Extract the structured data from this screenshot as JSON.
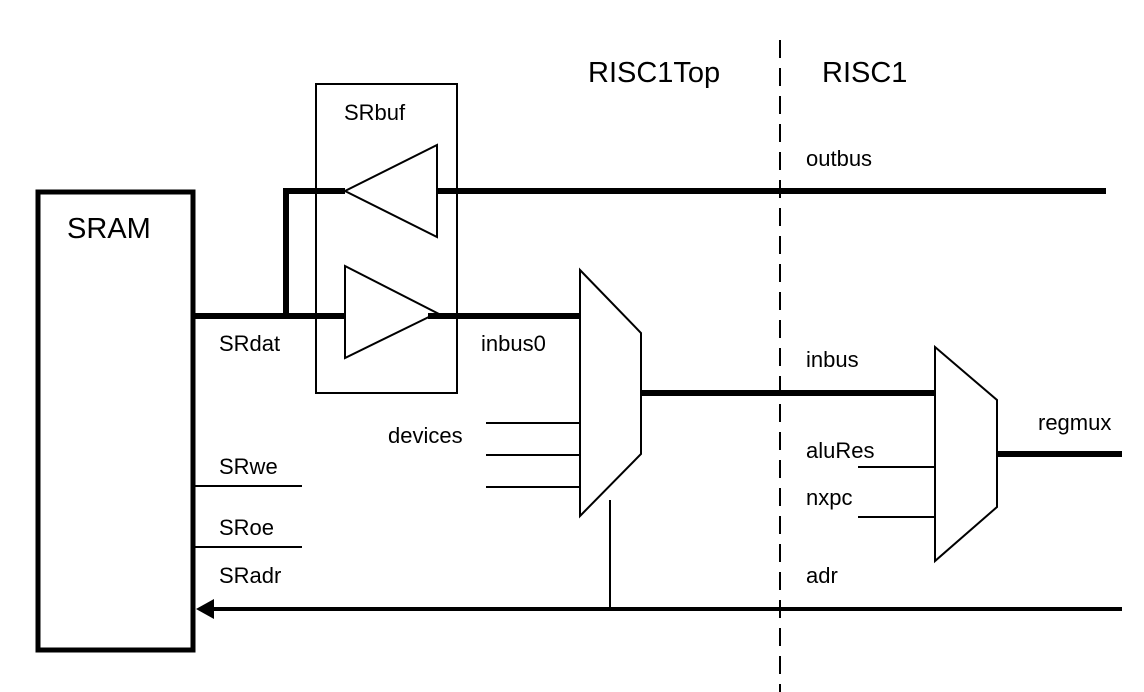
{
  "regions": {
    "left": "RISC1Top",
    "right": "RISC1"
  },
  "blocks": {
    "sram": "SRAM",
    "srbuf": "SRbuf"
  },
  "signals": {
    "outbus": "outbus",
    "srdat": "SRdat",
    "inbus0": "inbus0",
    "inbus": "inbus",
    "devices": "devices",
    "srwe": "SRwe",
    "sroe": "SRoe",
    "sradr": "SRadr",
    "alures": "aluRes",
    "nxpc": "nxpc",
    "adr": "adr",
    "regmux": "regmux"
  }
}
